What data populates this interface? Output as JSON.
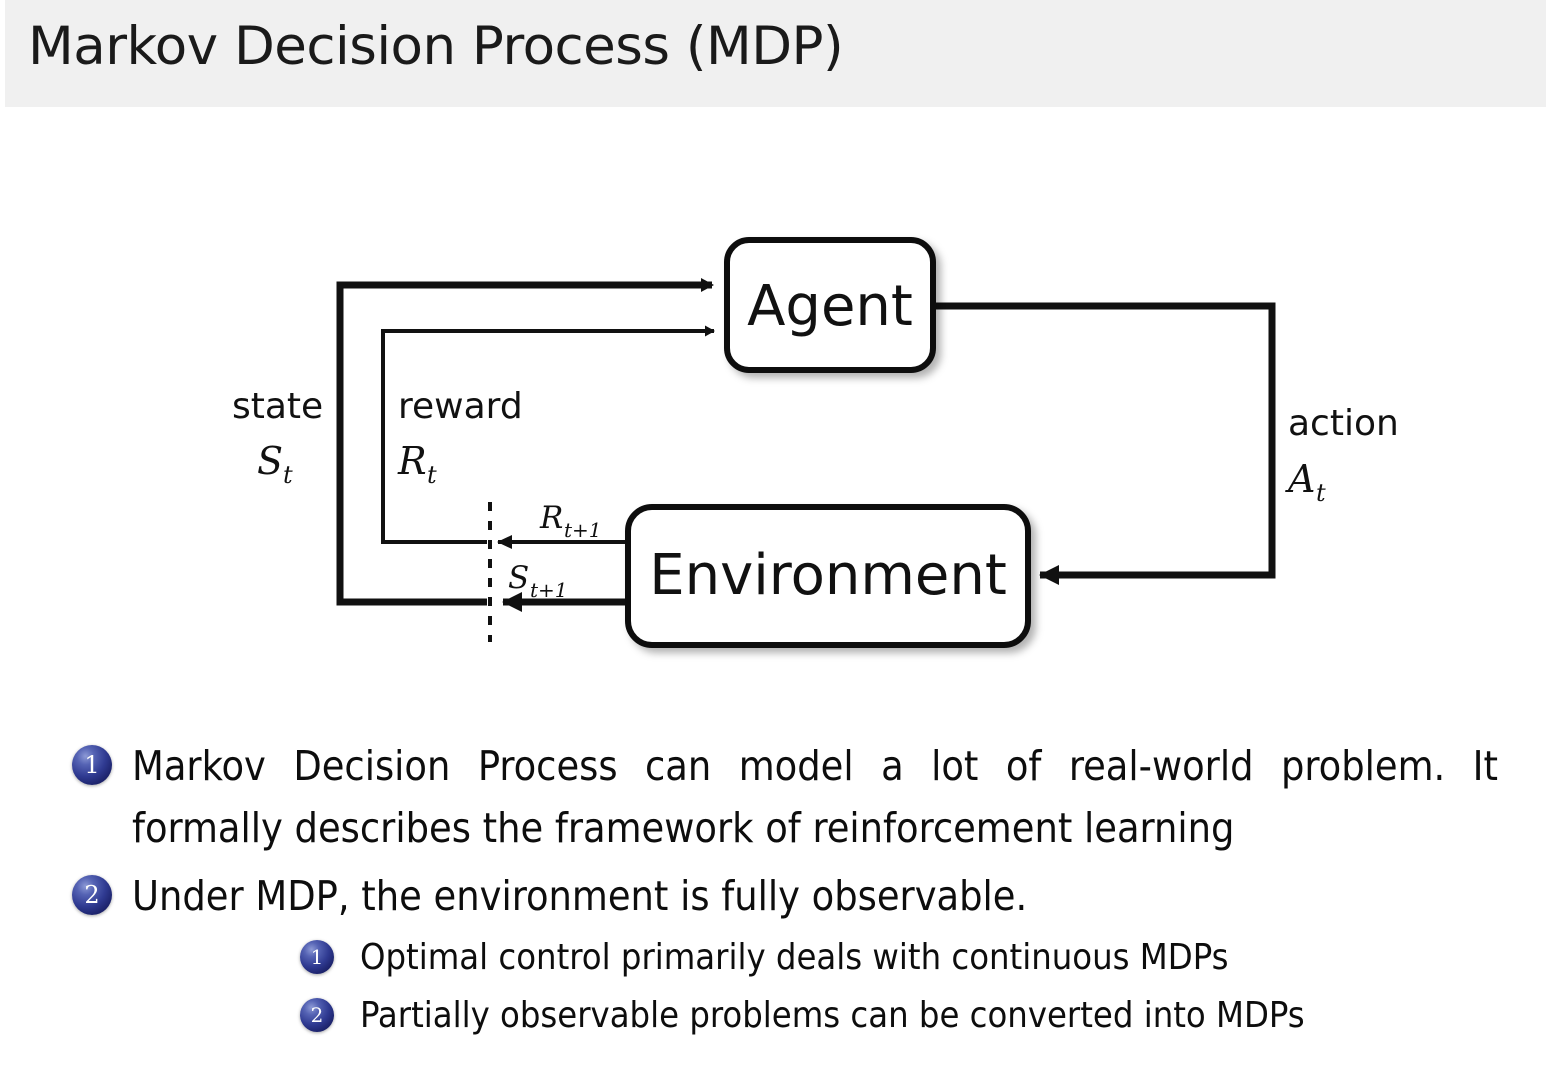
{
  "slide": {
    "title": "Markov Decision Process (MDP)",
    "header_bg": "#f0f0f0",
    "accent_bullet_color": "#2f3a91",
    "text_color": "#0d0d0d"
  },
  "diagram": {
    "name": "agent-environment-interaction-loop",
    "nodes": {
      "agent": "Agent",
      "environment": "Environment"
    },
    "edges": {
      "state_word": "state",
      "state_symbol": "S",
      "state_subscript": "t",
      "reward_word": "reward",
      "reward_symbol": "R",
      "reward_subscript": "t",
      "action_word": "action",
      "action_symbol": "A",
      "action_subscript": "t",
      "next_reward_symbol": "R",
      "next_reward_subscript": "t+1",
      "next_state_symbol": "S",
      "next_state_subscript": "t+1"
    },
    "line_color": "#111111"
  },
  "bullets": {
    "items": [
      {
        "marker": "1",
        "text": "Markov Decision Process can model a lot of real-world problem. It formally describes the framework of reinforcement learning",
        "justify": true,
        "children": []
      },
      {
        "marker": "2",
        "text": "Under MDP, the environment is fully observable.",
        "justify": false,
        "children": [
          {
            "marker": "1",
            "text": "Optimal control primarily deals with continuous MDPs"
          },
          {
            "marker": "2",
            "text": "Partially observable problems can be converted into MDPs"
          }
        ]
      }
    ]
  }
}
